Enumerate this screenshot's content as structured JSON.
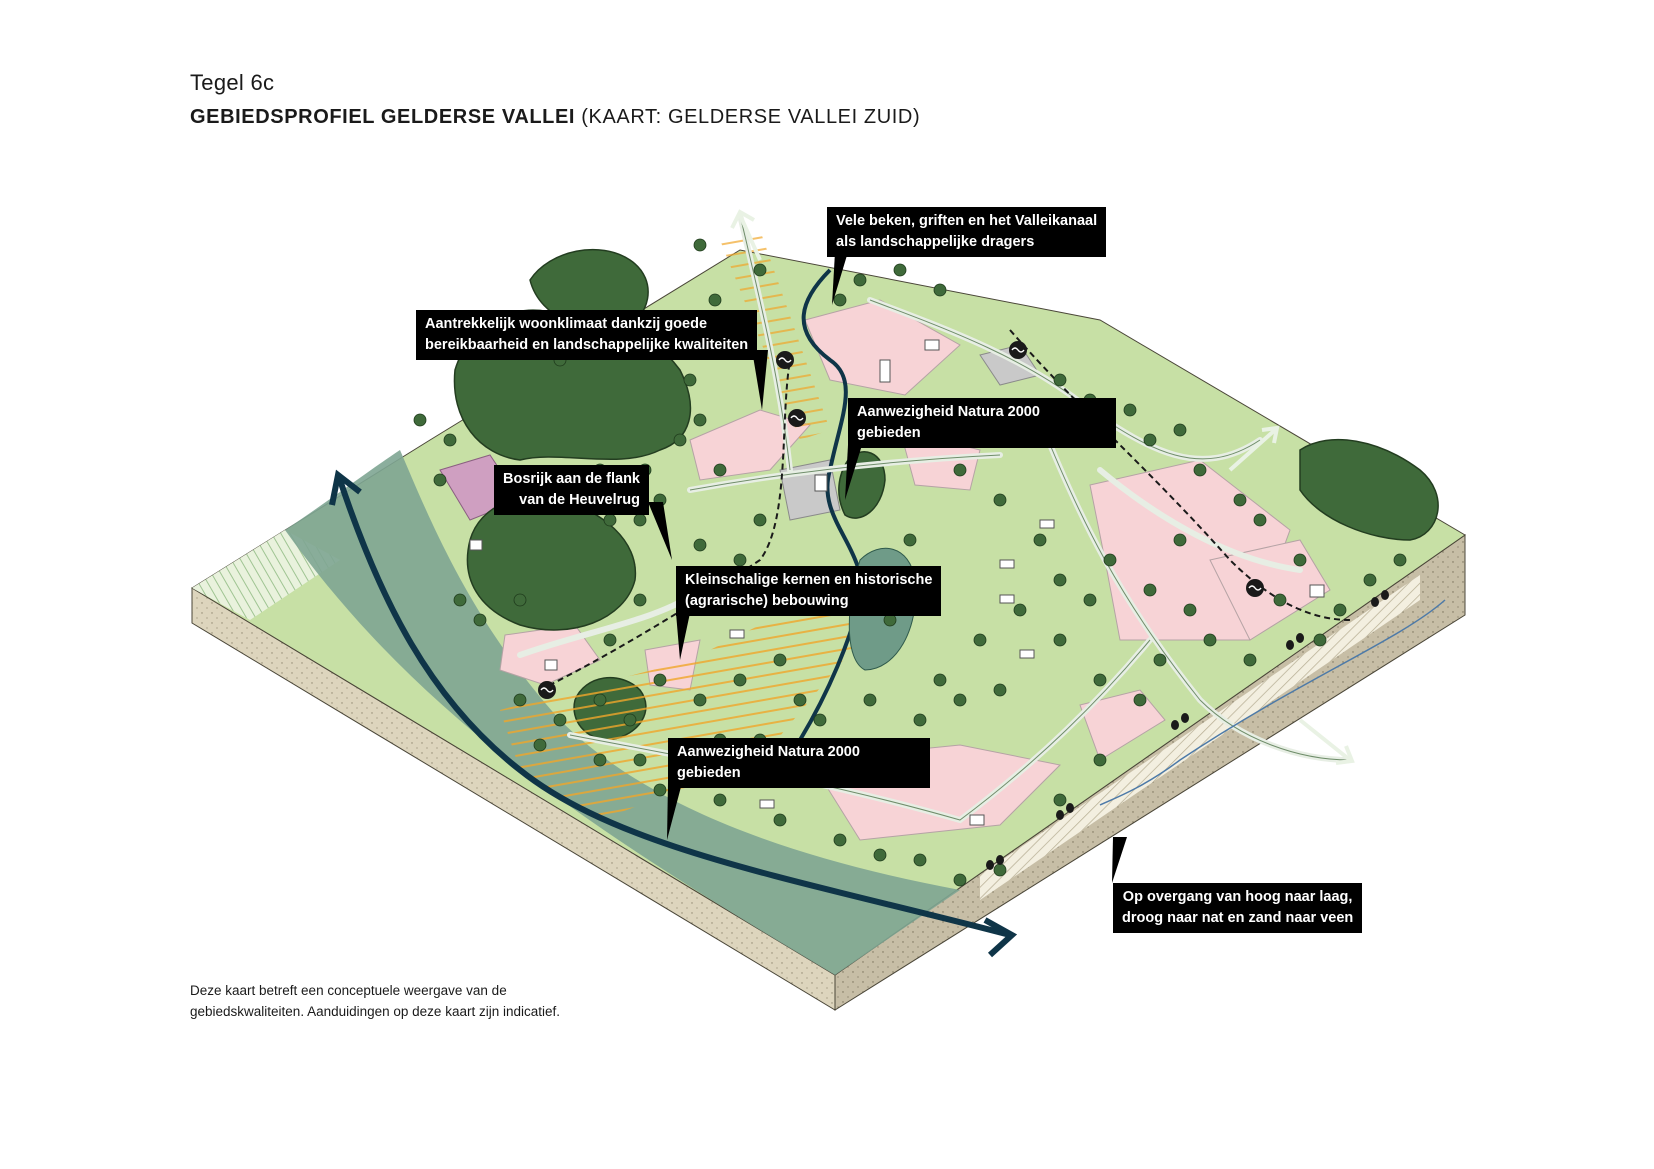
{
  "header": {
    "tegel": "Tegel 6c",
    "title_bold": "GEBIEDSPROFIEL GELDERSE VALLEI",
    "title_rest": "(KAART: GELDERSE VALLEI ZUID)"
  },
  "callouts": {
    "beken": [
      "Vele beken, griften en het Valleikanaal",
      "als landschappelijke dragers"
    ],
    "woonklimaat": [
      "Aantrekkelijk woonklimaat dankzij goede",
      "bereikbaarheid en landschappelijke kwaliteiten"
    ],
    "natura_top": [
      "Aanwezigheid Natura 2000",
      "gebieden"
    ],
    "bosrijk": [
      "Bosrijk aan de flank",
      "van de Heuvelrug"
    ],
    "kernen": [
      "Kleinschalige kernen en historische",
      "(agrarische) bebouwing"
    ],
    "natura_bottom": [
      "Aanwezigheid Natura 2000",
      "gebieden"
    ],
    "overgang": [
      "Op overgang van hoog naar laag,",
      "droog naar nat en zand naar veen"
    ]
  },
  "footnote": [
    "Deze kaart betreft een conceptuele weergave van de",
    "gebiedskwaliteiten. Aanduidingen op deze kaart zijn indicatief."
  ],
  "colors": {
    "forest": "#3f6a3a",
    "grass": "#c7e0a5",
    "urban": "#f7d3d6",
    "water": "#7ea592",
    "river": "#0f3548",
    "soil_front": "#ddd5bd",
    "soil_right": "#c7bea6",
    "road": "#e7eee4",
    "rail": "#1a1a1a",
    "natura_hatch": "#f0a62a",
    "callout_bg": "#000000"
  },
  "icons": [
    "station-icon",
    "arrow-icon",
    "tree-icon",
    "house-icon",
    "church-icon"
  ]
}
